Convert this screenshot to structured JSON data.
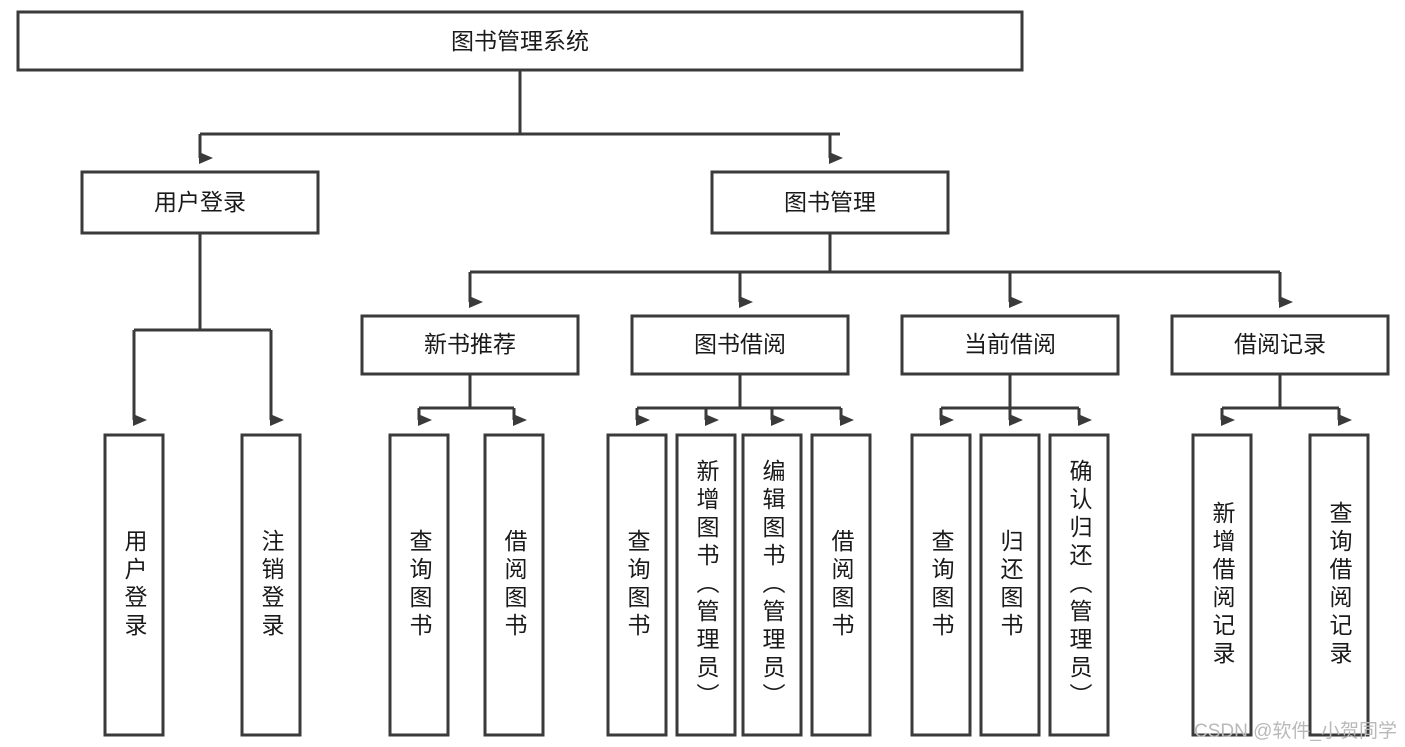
{
  "diagram": {
    "title": "图书管理系统",
    "watermark": "CSDN @软件_小贺同学",
    "colors": {
      "stroke": "#3a3a3a",
      "fill": "#ffffff",
      "text": "#1a1a1a",
      "watermark": "#b9b9b9",
      "background": "#ffffff"
    },
    "root": {
      "label": "图书管理系统"
    },
    "level2": [
      {
        "label": "用户登录"
      },
      {
        "label": "图书管理"
      }
    ],
    "level3": [
      {
        "label": "新书推荐"
      },
      {
        "label": "图书借阅"
      },
      {
        "label": "当前借阅"
      },
      {
        "label": "借阅记录"
      }
    ],
    "leaves": {
      "user_login": [
        {
          "label": "用户登录"
        },
        {
          "label": "注销登录"
        }
      ],
      "new_book_recommend": [
        {
          "label": "查询图书"
        },
        {
          "label": "借阅图书"
        }
      ],
      "book_borrow": [
        {
          "label": "查询图书"
        },
        {
          "label": "新增图书（管理员）"
        },
        {
          "label": "编辑图书（管理员）"
        },
        {
          "label": "借阅图书"
        }
      ],
      "current_borrow": [
        {
          "label": "查询图书"
        },
        {
          "label": "归还图书"
        },
        {
          "label": "确认归还（管理员）"
        }
      ],
      "borrow_record": [
        {
          "label": "新增借阅记录"
        },
        {
          "label": "查询借阅记录"
        }
      ]
    }
  }
}
